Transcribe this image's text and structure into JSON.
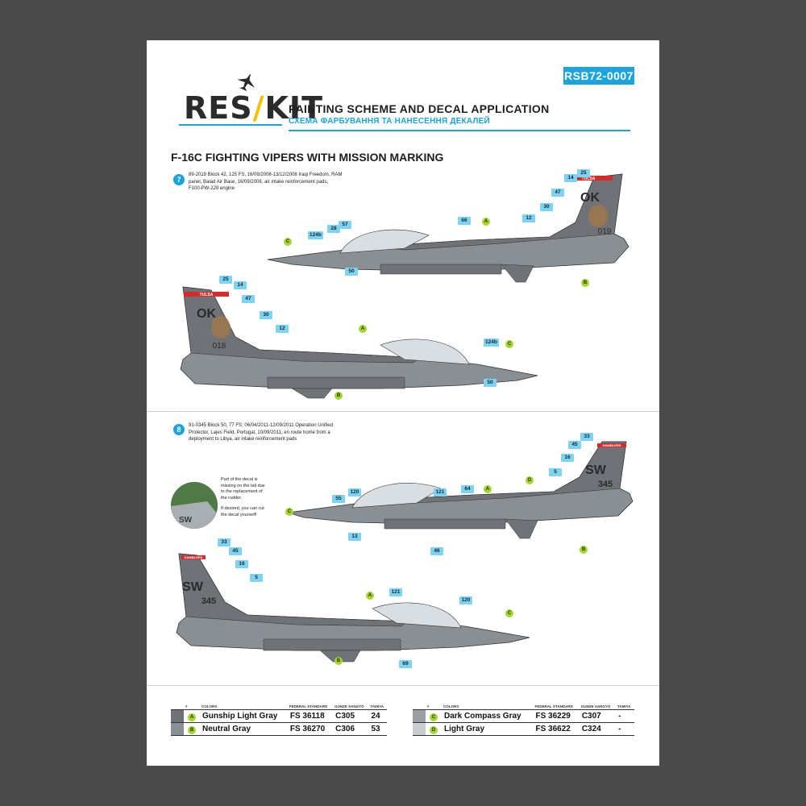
{
  "header": {
    "product_code": "RSB72-0007",
    "logo": "RES/KIT",
    "title": "PAINTING SCHEME AND DECAL APPLICATION",
    "subtitle": "СХЕМА ФАРБУВАННЯ ТА НАНЕСЕННЯ ДЕКАЛЕЙ"
  },
  "section_title": "F-16C FIGHTING VIPERS WITH MISSION MARKING",
  "scheme7": {
    "number": "7",
    "description_lines": [
      "89-2019 Block 42, 125 FS, 16/09/2008-13/12/2008 Iraqi Freedom, RAM",
      "panel, Balad Air Base, 16/09/2008, air intake reinforcement pads,",
      "F100-PW-229 engine"
    ],
    "tail_code": "OK",
    "serial": "019",
    "serial_left": "018",
    "tail_band_text": "TULSA"
  },
  "scheme8": {
    "number": "8",
    "description_lines": [
      "91-0345 Block 50, 77 FS, 06/04/2011-12/09/2011 Operation Unified",
      "Protector, Lajes Field, Portugal, 10/09/2011, en route home from a",
      "deployment to Libya, air intake reinforcement pads"
    ],
    "tail_code": "SW",
    "serial": "345",
    "tail_band_text": "GAMBLERS",
    "note_lines": [
      "Part of the decal is",
      "missing on the tail due",
      "to the replacement of",
      "the rudder.",
      "",
      "If desired, you can cut",
      "the decal yourself!"
    ]
  },
  "decal_tags": {
    "s7_right": [
      "25",
      "14",
      "47",
      "30",
      "12",
      "66",
      "57",
      "28",
      "124b",
      "50"
    ],
    "s7_right_colors": [
      "A",
      "B",
      "C"
    ],
    "s7_left": [
      "25",
      "14",
      "47",
      "30",
      "12",
      "124b",
      "50"
    ],
    "s7_left_colors": [
      "A",
      "B",
      "C"
    ],
    "s8_right": [
      "33",
      "45",
      "16",
      "5",
      "121",
      "64",
      "120",
      "55",
      "13",
      "46"
    ],
    "s8_right_colors": [
      "A",
      "B",
      "C",
      "D"
    ],
    "s8_left": [
      "33",
      "45",
      "16",
      "5",
      "121",
      "120",
      "69"
    ],
    "s8_left_colors": [
      "A",
      "B",
      "C"
    ]
  },
  "colors_table": {
    "headers": [
      "#",
      "COLORS",
      "FEDERAL STANDARD",
      "GUNZE SANGYO",
      "TAMIYA"
    ],
    "left_rows": [
      {
        "code": "A",
        "name": "Gunship Light Gray",
        "fs": "FS 36118",
        "gunze": "C305",
        "tamiya": "24",
        "hex": "#6f7377"
      },
      {
        "code": "B",
        "name": "Neutral Gray",
        "fs": "FS 36270",
        "gunze": "C306",
        "tamiya": "53",
        "hex": "#8a8f94"
      }
    ],
    "right_rows": [
      {
        "code": "C",
        "name": "Dark Compass Gray",
        "fs": "FS 36229",
        "gunze": "C307",
        "tamiya": "-",
        "hex": "#9a9fa4"
      },
      {
        "code": "D",
        "name": "Light Gray",
        "fs": "FS 36622",
        "gunze": "C324",
        "tamiya": "-",
        "hex": "#c9cdd0"
      }
    ]
  },
  "colors": {
    "accent_blue": "#1aa3dc",
    "tag_blue": "#7fd3f2",
    "tag_green": "#a3d62f",
    "jet_dark": "#6f7377",
    "jet_mid": "#8a8f94",
    "jet_light": "#a6abaf"
  }
}
